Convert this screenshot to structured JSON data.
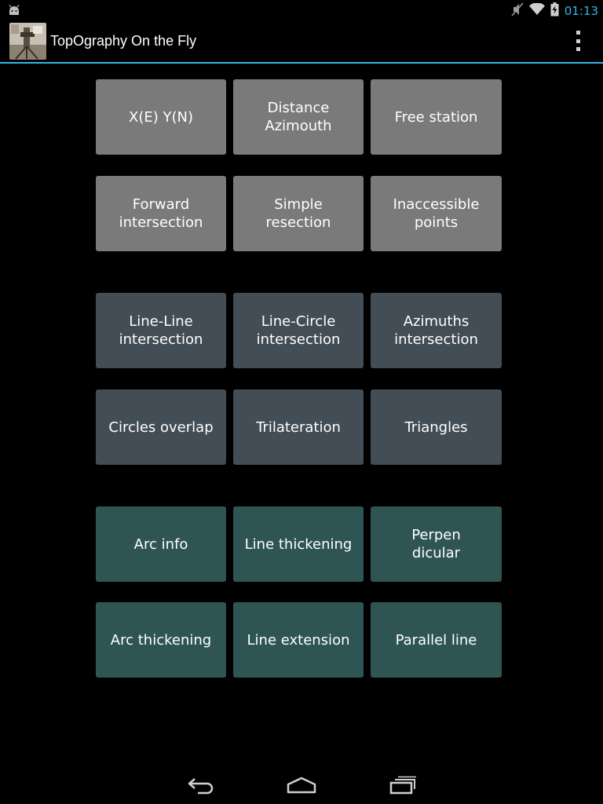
{
  "status_bar": {
    "time": "01:13",
    "icons": [
      "android-notification-icon",
      "mute-icon",
      "wifi-icon",
      "battery-charging-icon"
    ],
    "clock_color": "#33b5e5"
  },
  "action_bar": {
    "title": "TopOgraphy On the Fly",
    "overflow_icon": "overflow-menu-icon",
    "divider_color": "#33b5e5"
  },
  "colors": {
    "group1": "#7a7a7a",
    "group2": "#434d55",
    "group3": "#2f5454"
  },
  "buttons": {
    "xy": "X(E) Y(N)",
    "distance_azimouth": "Distance\nAzimouth",
    "free_station": "Free station",
    "forward_intersection": "Forward\nintersection",
    "simple_resection": "Simple\nresection",
    "inaccessible_points": "Inaccessible\npoints",
    "line_line": "Line-Line\nintersection",
    "line_circle": "Line-Circle\nintersection",
    "azimuths_intersection": "Azimuths\nintersection",
    "circles_overlap": "Circles overlap",
    "trilateration": "Trilateration",
    "triangles": "Triangles",
    "arc_info": "Arc info",
    "line_thickening": "Line thickening",
    "perpendicular": "Perpen\ndicular",
    "arc_thickening": "Arc thickening",
    "line_extension": "Line extension",
    "parallel_line": "Parallel line"
  },
  "nav_bar": {
    "icons": [
      "back-icon",
      "home-icon",
      "recent-apps-icon"
    ]
  }
}
